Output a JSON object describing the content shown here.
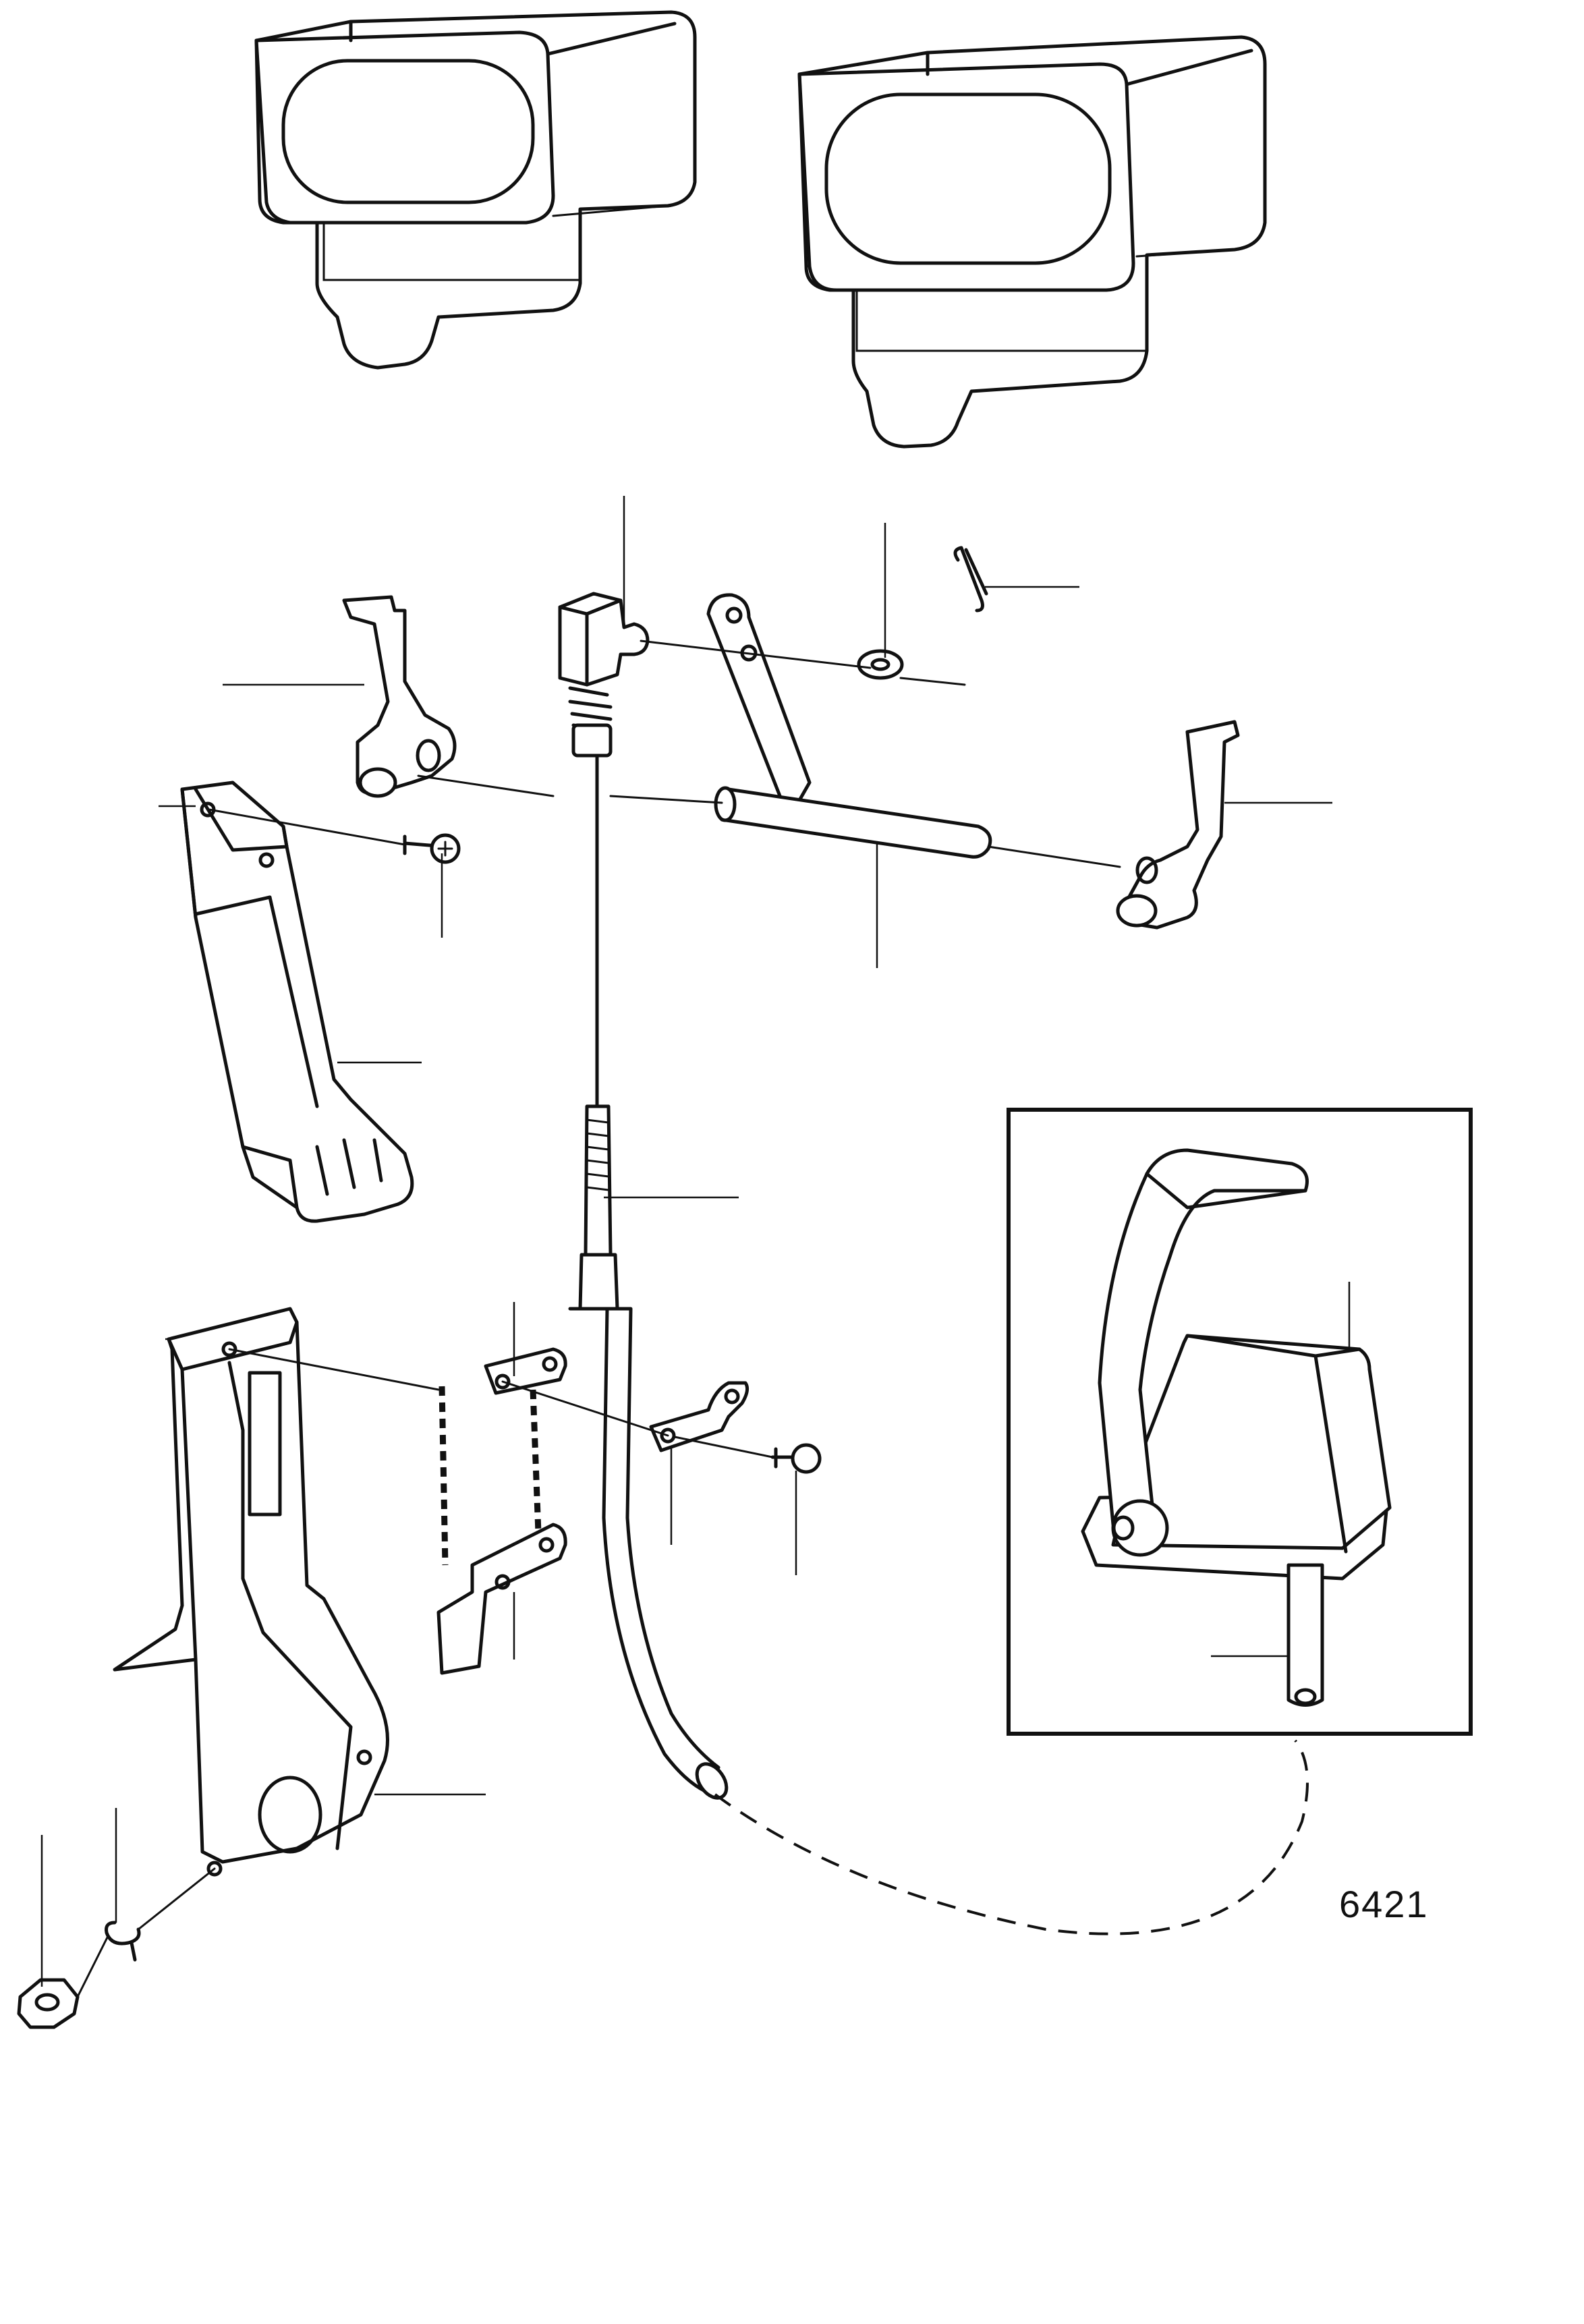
{
  "drawing": {
    "reference_number": "6421"
  },
  "parts": [
    {
      "name": "control-box-left"
    },
    {
      "name": "control-box-right"
    },
    {
      "name": "cable-end-fitting"
    },
    {
      "name": "cotter-pin"
    },
    {
      "name": "washer"
    },
    {
      "name": "lever-arm"
    },
    {
      "name": "shaft"
    },
    {
      "name": "bracket-arm-left"
    },
    {
      "name": "bracket-arm-right"
    },
    {
      "name": "mounting-bracket-upper"
    },
    {
      "name": "screw-upper"
    },
    {
      "name": "control-cable"
    },
    {
      "name": "clamp-plate"
    },
    {
      "name": "cable-clamp"
    },
    {
      "name": "screw-lower"
    },
    {
      "name": "mounting-bracket-lower"
    },
    {
      "name": "nut"
    },
    {
      "name": "lock-washer"
    },
    {
      "name": "single-lever-control-inset"
    }
  ]
}
